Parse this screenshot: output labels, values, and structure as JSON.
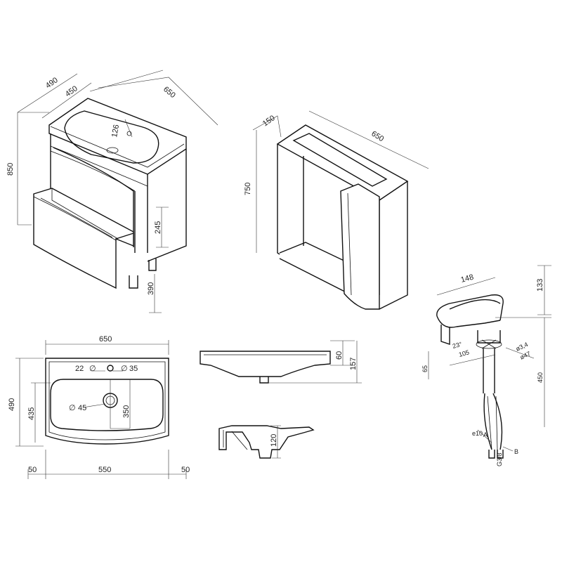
{
  "cabinet": {
    "depth_total": "490",
    "depth_inner": "450",
    "width": "650",
    "height": "850",
    "hole_offset": "126",
    "drawer_height": "245",
    "leg_height": "390"
  },
  "mirror_cabinet": {
    "depth": "150",
    "width": "650",
    "height": "750"
  },
  "faucet": {
    "length": "148",
    "height": "133",
    "angle": "23°",
    "reach": "105",
    "hose_d1": "ø3,4",
    "hose_d2": "ø47",
    "base_height": "65",
    "tail_length": "450",
    "label_a": "A",
    "label_b": "B",
    "label_e": "e10",
    "thread": "G3/8"
  },
  "basin_top": {
    "width": "650",
    "depth": "490",
    "inner_depth": "435",
    "bowl_depth": "350",
    "tap_hole_offset": "22",
    "tap_hole_d": "35",
    "drain_d": "45",
    "margin_left": "50",
    "inner_width": "550",
    "margin_right": "50"
  },
  "basin_side": {
    "rim_height": "60",
    "total_height": "157"
  },
  "basin_section": {
    "bowl_height": "120"
  }
}
